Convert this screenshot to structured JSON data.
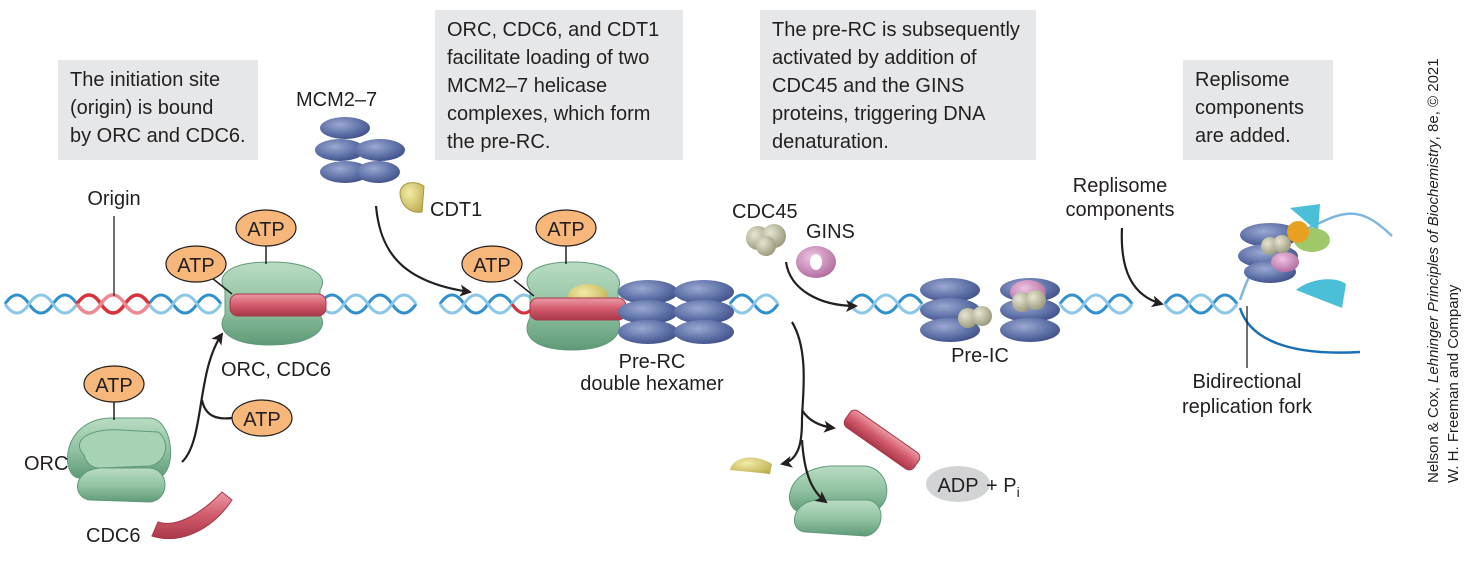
{
  "captions": {
    "step1": [
      "The initiation site",
      "(origin) is bound",
      "by ORC and CDC6."
    ],
    "step2": [
      "ORC, CDC6, and CDT1",
      "facilitate loading of two",
      "MCM2–7 helicase",
      "complexes, which form",
      "the pre-RC."
    ],
    "step3": [
      "The pre-RC is subsequently",
      "activated by addition of",
      "CDC45 and the GINS",
      "proteins, triggering DNA",
      "denaturation."
    ],
    "step4": [
      "Replisome",
      "components",
      "are added."
    ]
  },
  "labels": {
    "origin": "Origin",
    "orc": "ORC",
    "cdc6": "CDC6",
    "orc_cdc6": "ORC, CDC6",
    "atp": "ATP",
    "mcm": "MCM2–7",
    "cdt1": "CDT1",
    "prerc_line1": "Pre-RC",
    "prerc_line2": "double hexamer",
    "cdc45": "CDC45",
    "gins": "GINS",
    "preic": "Pre-IC",
    "adp": "ADP",
    "plus_pi": "+ P",
    "pi_sub": "i",
    "replisome_line1": "Replisome",
    "replisome_line2": "components",
    "fork_line1": "Bidirectional",
    "fork_line2": "replication fork"
  },
  "credit": {
    "line1_prefix": "Nelson & Cox, ",
    "line1_italic": "Lehninger Principles of Biochemistry",
    "line1_suffix": ", 8e, © 2021",
    "line2": "W. H. Freeman and Company"
  },
  "colors": {
    "caption_bg": "#e6e7e8",
    "dna_blue": "#2f8fcf",
    "dna_origin_red": "#d8323a",
    "orc_green": "#8fc1a0",
    "cdc6_red": "#d25a6a",
    "atp_orange": "#f7b77a",
    "mcm_blue": "#5f72a8",
    "cdt1_yellow": "#d8cc6a",
    "cdc45_gray": "#b9b89a",
    "gins_pink": "#c97fb5",
    "replisome_cyan": "#4cbfd8",
    "replisome_lime": "#9fc86a",
    "replisome_orange": "#e8a020"
  }
}
